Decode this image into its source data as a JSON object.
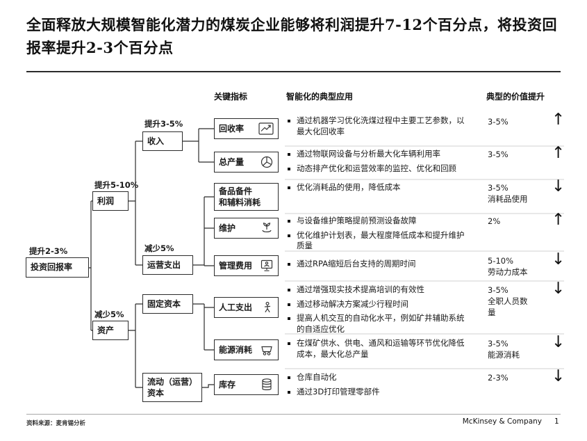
{
  "title": "全面释放大规模智能化潜力的煤炭企业能够将利润提升7-12个百分点，将投资回报率提升2-3个百分点",
  "columns": {
    "key_indicator": "关键指标",
    "applications": "智能化的典型应用",
    "value_uplift": "典型的价值提升"
  },
  "tree": {
    "roi": {
      "delta": "提升2-3%",
      "label": "投资回报率"
    },
    "profit": {
      "delta": "提升5-10%",
      "label": "利润"
    },
    "assets": {
      "delta": "减少5%",
      "label": "资产"
    },
    "revenue": {
      "delta": "提升3-5%",
      "label": "收入"
    },
    "opex": {
      "delta": "减少5%",
      "label": "运营支出"
    },
    "fixed_capital": {
      "label": "固定资本"
    },
    "working_capital": {
      "label": "流动（运营）\n资本"
    }
  },
  "rows": [
    {
      "indicator": "回收率",
      "icon": "chart-increase",
      "bullets": [
        "通过机器学习优化洗煤过程中主要工艺参数，以最大化回收率"
      ],
      "value": "3-5%",
      "note": "",
      "arrow": "↑"
    },
    {
      "indicator": "总产量",
      "icon": "pie-chart",
      "bullets": [
        "通过物联网设备与分析最大化车辆利用率",
        "动态排产优化和运营效率的监控、优化和回顾"
      ],
      "value": "3-5%",
      "note": "",
      "arrow": "↑"
    },
    {
      "indicator": "备品备件\n和辅料消耗",
      "icon": "",
      "bullets": [
        "优化消耗品的使用，降低成本"
      ],
      "value": "3-5%",
      "note": "消耗品使用",
      "arrow": "↓"
    },
    {
      "indicator": "维护",
      "icon": "sprout-hand",
      "bullets": [
        "与设备维护策略提前预测设备故障",
        "优化维护计划表，最大程度降低成本和提升维护质量"
      ],
      "value": "2%",
      "note": "",
      "arrow": "↑"
    },
    {
      "indicator": "管理费用",
      "icon": "monitor-person",
      "bullets": [
        "通过RPA缩短后台支持的周期时间"
      ],
      "value": "5-10%",
      "note": "劳动力成本",
      "arrow": "↓"
    },
    {
      "indicator": "人工支出",
      "icon": "person",
      "bullets": [
        "通过增强现实技术提高培训的有效性",
        "通过移动解决方案减少行程时间",
        "提高人机交互的自动化水平，例如矿井辅助系统的自适应优化"
      ],
      "value": "3-5%",
      "note": "全职人员数量",
      "arrow": "↓"
    },
    {
      "indicator": "能源消耗",
      "icon": "mine-cart",
      "bullets": [
        "在煤矿供水、供电、通风和运输等环节优化降低成本，最大化总产量"
      ],
      "value": "3-5%",
      "note": "能源消耗",
      "arrow": "↓"
    },
    {
      "indicator": "库存",
      "icon": "database",
      "bullets": [
        "仓库自动化",
        "通过3D打印管理零部件"
      ],
      "value": "2-3%",
      "note": "",
      "arrow": "↓"
    }
  ],
  "footer": {
    "source": "资料来源：麦肯锡分析",
    "brand": "McKinsey &amp; Company",
    "brand_plain": "McKinsey & Company",
    "page": "1"
  }
}
